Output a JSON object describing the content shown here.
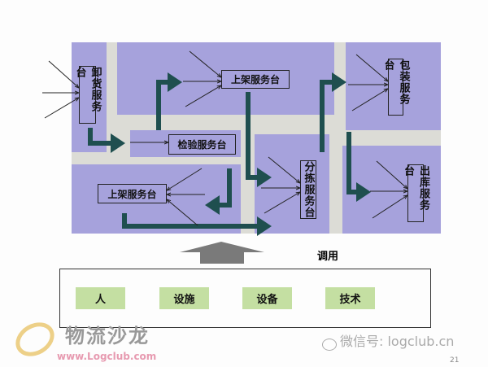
{
  "desks": {
    "unload": "卸货服务台",
    "inspect": "检验服务台",
    "shelve_top": "上架服务台",
    "shelve_bottom": "上架服务台",
    "sort": "分拣服务台",
    "pack": "包装服务台",
    "ship": "出库服务台"
  },
  "call_label": "调用",
  "resources": [
    "人",
    "设施",
    "设备",
    "技术"
  ],
  "watermark": {
    "brand": "物流沙龙",
    "url": "www.Logclub.com",
    "wechat": "微信号: logclub.cn"
  },
  "page_number": "21",
  "colors": {
    "zone": "#a6a2dc",
    "flow_arrow": "#1f4f4f",
    "resource": "#c4dfa2"
  }
}
